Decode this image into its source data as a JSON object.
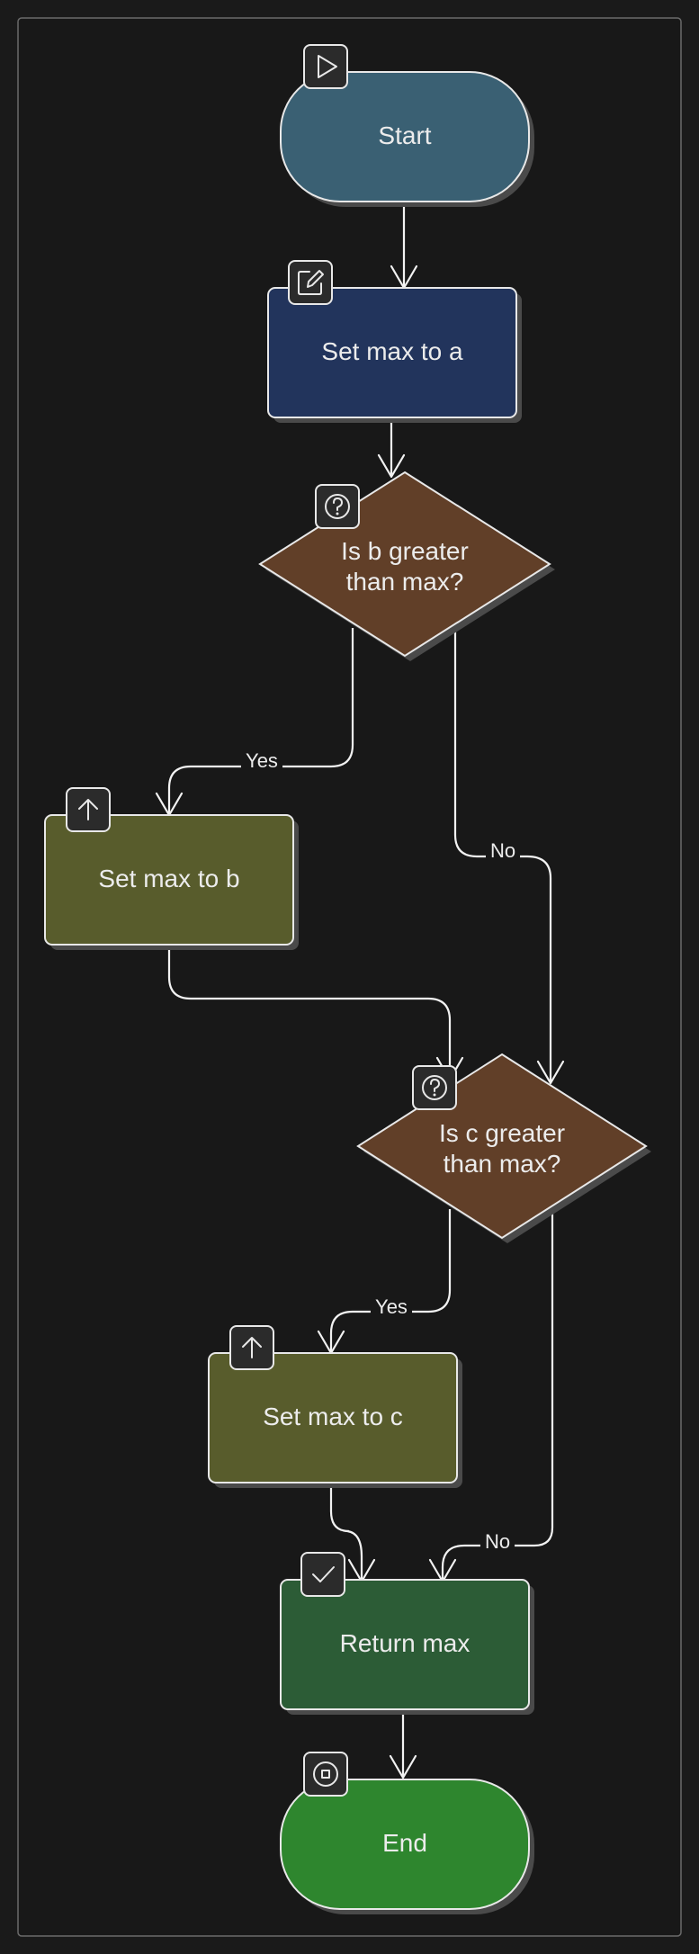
{
  "diagram": {
    "nodes": {
      "start": {
        "label": "Start",
        "fill": "#3a6073",
        "icon": "play-icon"
      },
      "set_a": {
        "label": "Set max to a",
        "fill": "#22345c",
        "icon": "edit-icon"
      },
      "check_b": {
        "lines": [
          "Is b greater",
          "than max?"
        ],
        "fill": "#613f28",
        "icon": "question-icon"
      },
      "set_b": {
        "label": "Set max to b",
        "fill": "#585c2c",
        "icon": "arrow-up-icon"
      },
      "check_c": {
        "lines": [
          "Is c greater",
          "than max?"
        ],
        "fill": "#613f28",
        "icon": "question-icon"
      },
      "set_c": {
        "label": "Set max to c",
        "fill": "#585c2c",
        "icon": "arrow-up-icon"
      },
      "ret": {
        "label": "Return max",
        "fill": "#2c5c36",
        "icon": "check-icon"
      },
      "end": {
        "label": "End",
        "fill": "#2e862e",
        "icon": "stop-icon"
      }
    },
    "edge_labels": {
      "b_yes": "Yes",
      "b_no": "No",
      "c_yes": "Yes",
      "c_no": "No"
    }
  }
}
